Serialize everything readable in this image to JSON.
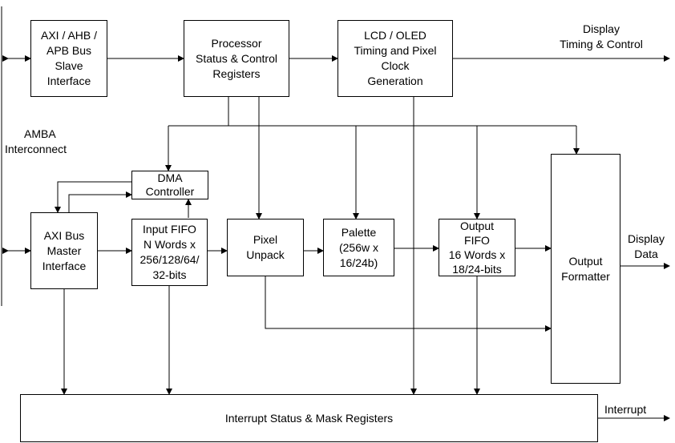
{
  "blocks": {
    "axi_slave": [
      "AXI / AHB /",
      "APB Bus",
      "Slave",
      "Interface"
    ],
    "proc_regs": [
      "Processor",
      "Status & Control",
      "Registers"
    ],
    "lcd_timing": [
      "LCD / OLED",
      "Timing and Pixel",
      "Clock",
      "Generation"
    ],
    "dma": [
      "DMA",
      "Controller"
    ],
    "axi_master": [
      "AXI Bus",
      "Master",
      "Interface"
    ],
    "input_fifo": [
      "Input FIFO",
      "N Words x",
      "256/128/64/",
      "32-bits"
    ],
    "pixel_unpack": [
      "Pixel",
      "Unpack"
    ],
    "palette": [
      "Palette",
      "(256w x",
      "16/24b)"
    ],
    "output_fifo": [
      "Output",
      "FIFO",
      "16 Words x",
      "18/24-bits"
    ],
    "output_formatter": [
      "Output",
      "Formatter"
    ],
    "interrupt_regs": [
      "Interrupt Status & Mask Registers"
    ]
  },
  "labels": {
    "display_timing": [
      "Display",
      "Timing & Control"
    ],
    "amba": [
      "AMBA",
      "Interconnect"
    ],
    "display_data": [
      "Display",
      "Data"
    ],
    "interrupt": "Interrupt"
  }
}
